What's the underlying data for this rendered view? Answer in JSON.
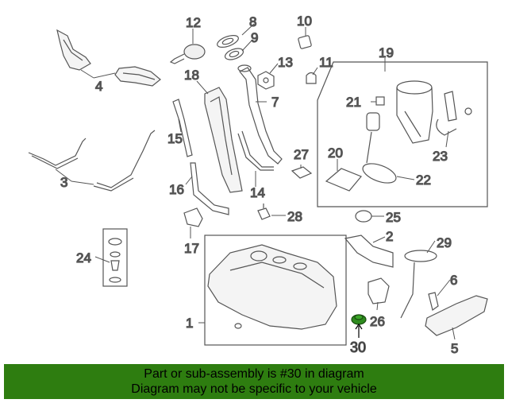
{
  "diagram": {
    "callouts": [
      "1",
      "2",
      "3",
      "4",
      "5",
      "6",
      "7",
      "8",
      "9",
      "10",
      "11",
      "12",
      "13",
      "14",
      "15",
      "16",
      "17",
      "18",
      "19",
      "20",
      "21",
      "22",
      "23",
      "24",
      "25",
      "26",
      "27",
      "28",
      "29",
      "30"
    ],
    "highlighted_callout": "30",
    "highlight_color": "#2e8b1e"
  },
  "banner": {
    "line1": "Part or sub-assembly is #30 in diagram",
    "line2": "Diagram may not be specific to your vehicle",
    "background": "#2e7d10"
  }
}
